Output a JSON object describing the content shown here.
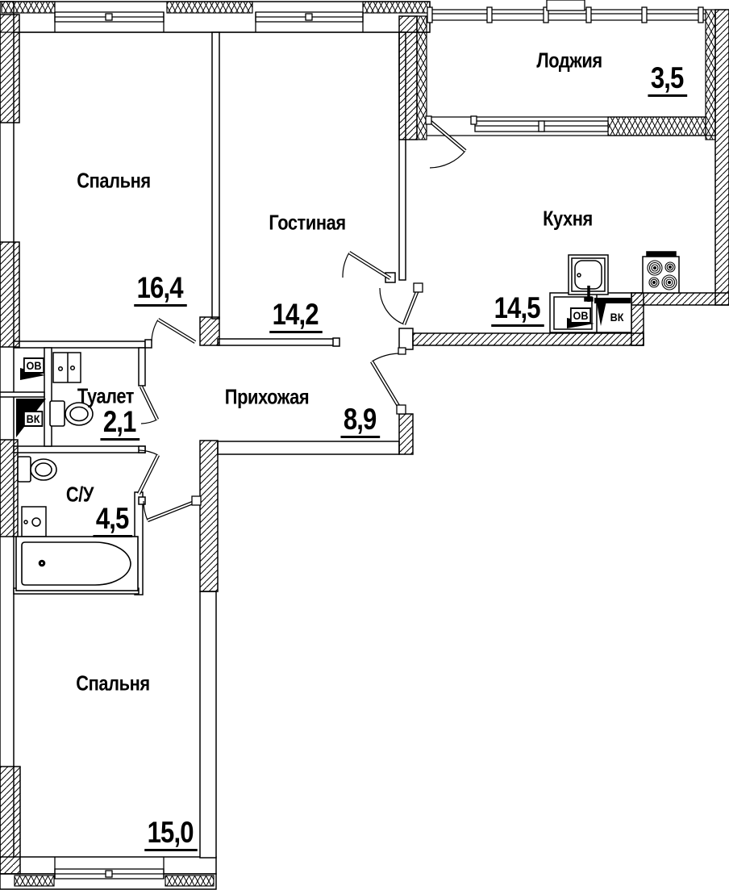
{
  "plan": {
    "title": "3-room apartment floor plan",
    "colors": {
      "background": "#ffffff",
      "lines": "#000000"
    },
    "rooms": [
      {
        "id": "bedroom-1",
        "name": "Спальня",
        "area": "16,4"
      },
      {
        "id": "living-room",
        "name": "Гостиная",
        "area": "14,2"
      },
      {
        "id": "loggia",
        "name": "Лоджия",
        "area": "3,5"
      },
      {
        "id": "kitchen",
        "name": "Кухня",
        "area": "14,5"
      },
      {
        "id": "toilet",
        "name": "Туалет",
        "area": "2,1"
      },
      {
        "id": "hallway",
        "name": "Прихожая",
        "area": "8,9"
      },
      {
        "id": "bathroom",
        "name": "С/У",
        "area": "4,5"
      },
      {
        "id": "bedroom-2",
        "name": "Спальня",
        "area": "15,0"
      }
    ],
    "utility_markers": {
      "heating_label": "ОВ",
      "water_label": "ВК"
    }
  }
}
